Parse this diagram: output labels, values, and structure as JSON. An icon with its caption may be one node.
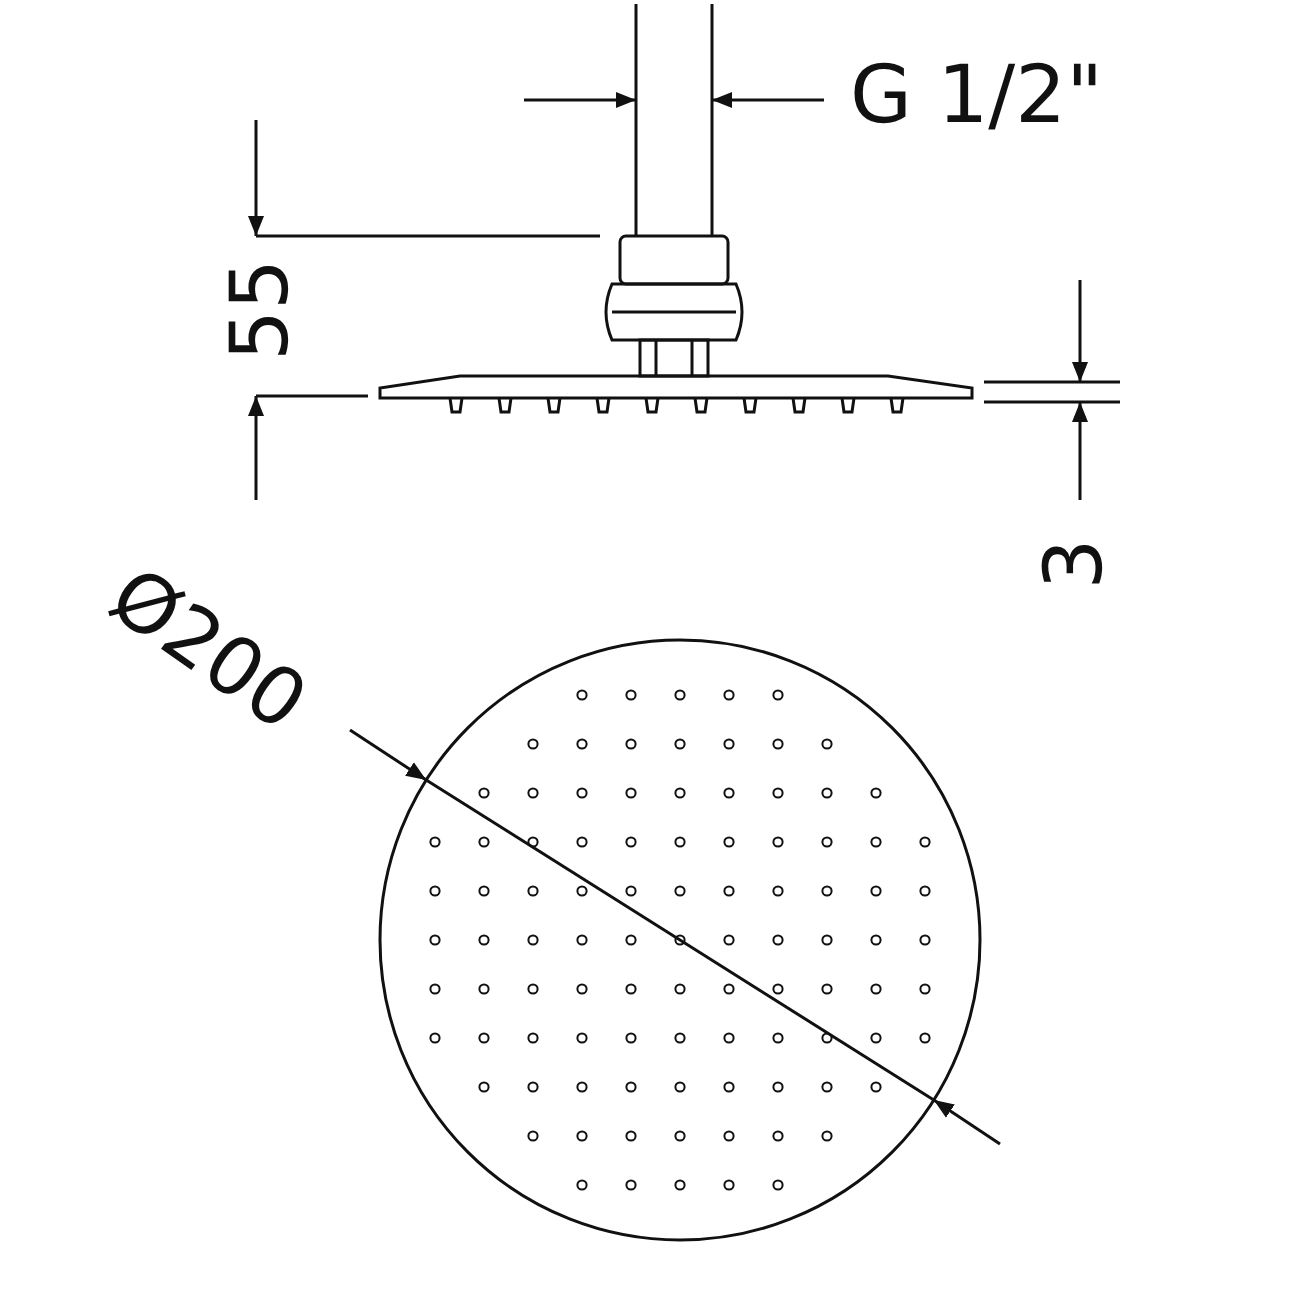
{
  "diagram": {
    "labels": [
      "G 1/2\"",
      "55",
      "3",
      "Ø200"
    ]
  }
}
